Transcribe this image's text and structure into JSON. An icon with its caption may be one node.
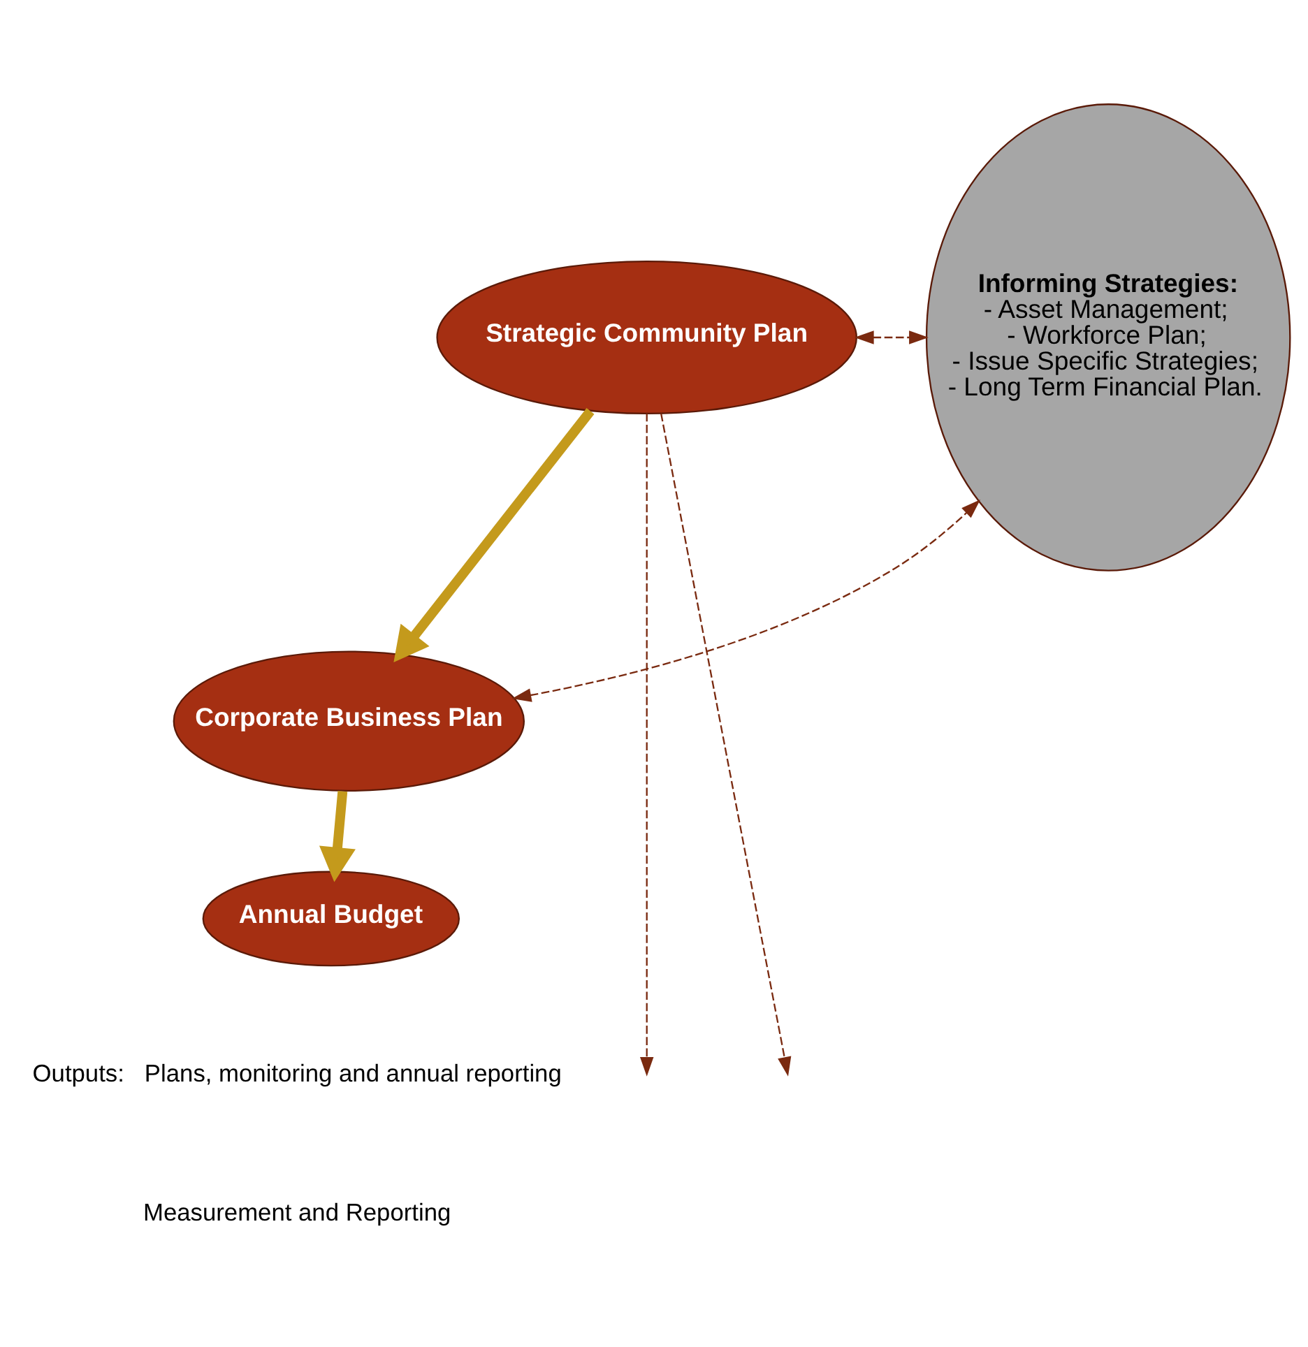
{
  "diagram": {
    "nodes": [
      {
        "text": [
          "Strategic Community Plan"
        ]
      },
      {
        "text": [
          "Corporate Business Plan"
        ]
      },
      {
        "text": [
          "Annual Budget"
        ]
      },
      {
        "text": [
          "Informing Strategies:",
          "- Asset Management;",
          "- Workforce Plan;",
          "- Issue Specific Strategies;",
          "- Long Term Financial Plan."
        ]
      }
    ],
    "edges": [
      {
        "from": 0,
        "to": 1,
        "arrow": "to",
        "style": "thick",
        "color": "#c49a1c"
      },
      {
        "from": 1,
        "to": 2,
        "arrow": "to",
        "style": "thick",
        "color": "#c49a1c"
      },
      {
        "from": 0,
        "to": 3,
        "arrow": "both",
        "style": "dashed"
      },
      {
        "from": 1,
        "to": 3,
        "arrow": "both",
        "style": "dashed"
      },
      {
        "from": 0,
        "to": null,
        "arrow": "to",
        "style": "dashed"
      },
      {
        "from": 0,
        "to": null,
        "arrow": "to",
        "style": "dashed"
      }
    ],
    "labels": [
      "Outputs:   Plans, monitoring and annual reporting",
      "Measurement and Reporting"
    ]
  }
}
